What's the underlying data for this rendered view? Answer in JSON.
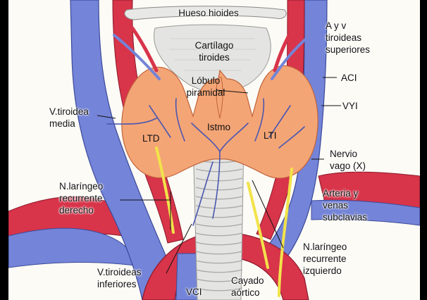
{
  "labels": {
    "hueso_hioides": "Hueso hioides",
    "cartilago_tiroides": [
      "Cartílago",
      "tiroides"
    ],
    "lobulo_piramidal": [
      "Lóbulo",
      "piramidal"
    ],
    "a_v_tiroideas_superiores": [
      "A y v",
      "tiroideas",
      "superiores"
    ],
    "aci": "ACI",
    "vyi": "VYI",
    "v_tiroidea_media": [
      "V.tiroidea",
      "media"
    ],
    "ltd": "LTD",
    "istmo": "Istmo",
    "lti": "LTI",
    "nervio_vago": [
      "Nervio",
      "vago (X)"
    ],
    "n_laringeo_recurrente_derecho": [
      "N.laríngeo",
      "recurrente",
      "derecho"
    ],
    "arteria_venas_subclavias": [
      "Arteria y",
      "venas",
      "subclavias"
    ],
    "n_laringeo_recurrente_izquierdo": [
      "N.laríngeo",
      "recurrente",
      "izquierdo"
    ],
    "v_tiroideas_inferiores": [
      "V.tiroideas",
      "inferiores"
    ],
    "vci": "VCI",
    "cayado_aortico": [
      "Cayado",
      "aórtico"
    ]
  },
  "colors": {
    "background_frame": "#000000",
    "panel": "#fdfbf6",
    "artery": "#d8344a",
    "vein": "#7484d8",
    "thyroid": "#f4a576",
    "nerve": "#f2e34a",
    "cartilage": "#e4e4e2"
  }
}
